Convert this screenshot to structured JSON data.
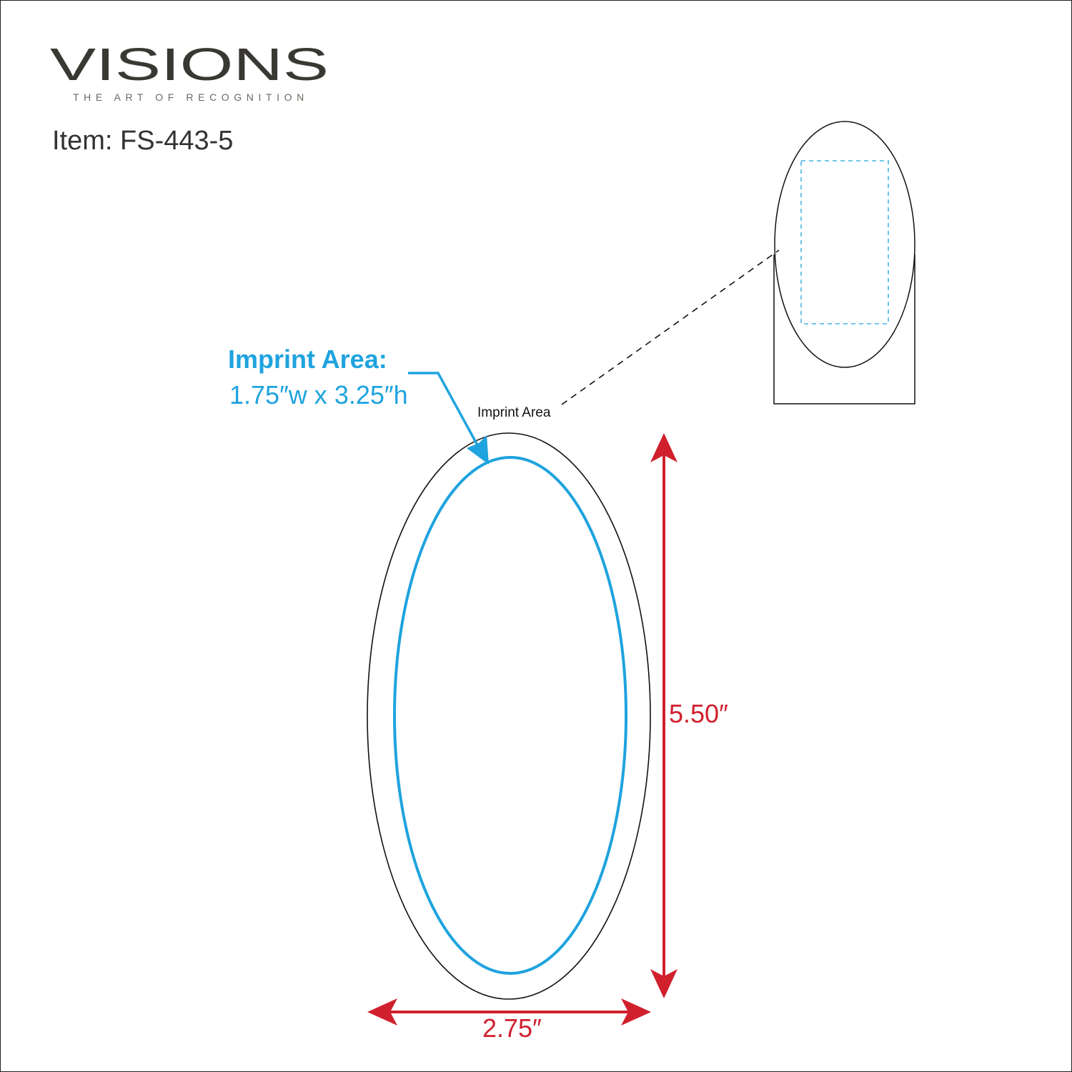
{
  "brand": {
    "name": "VISIONS",
    "tagline": "THE ART OF RECOGNITION"
  },
  "item": {
    "label": "Item: FS-443-5"
  },
  "callout": {
    "title": "Imprint Area:",
    "size": "1.75″w x 3.25″h"
  },
  "detail_label": "Imprint Area",
  "dimensions": {
    "height": "5.50″",
    "width": "2.75″"
  },
  "colors": {
    "imprint": "#1fa3de",
    "dimension": "#d0202e",
    "outline": "#111111",
    "brand": "#3a3833"
  }
}
